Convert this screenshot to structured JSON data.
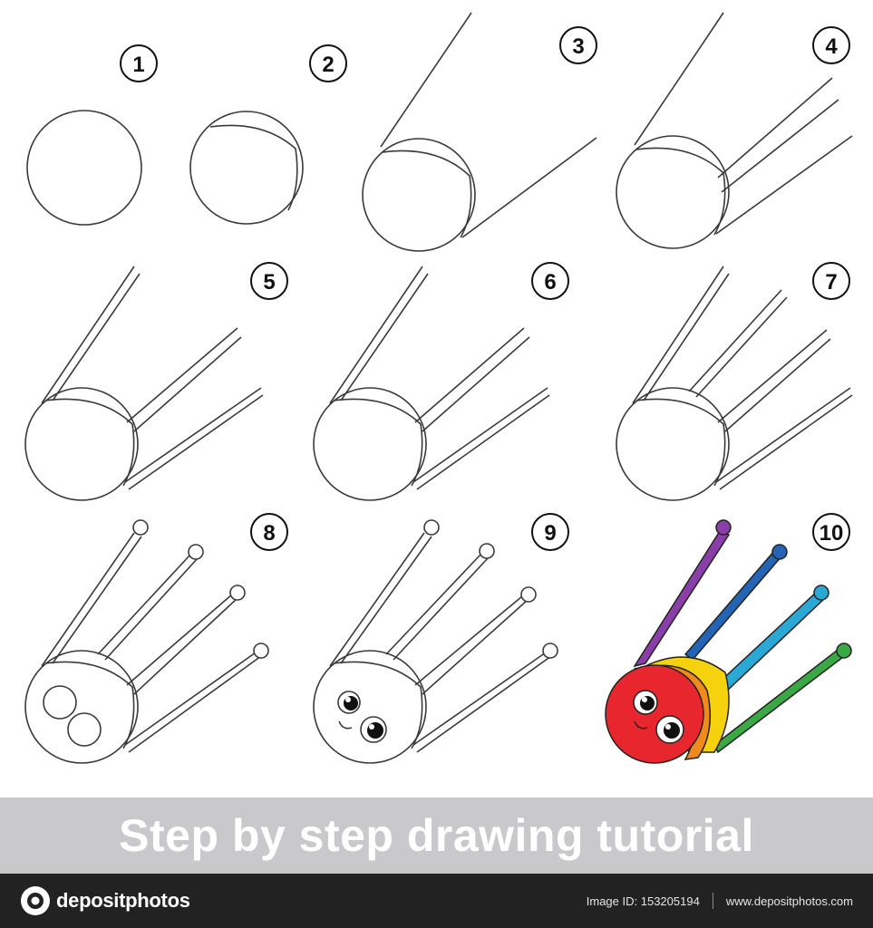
{
  "steps": [
    {
      "number": "1"
    },
    {
      "number": "2"
    },
    {
      "number": "3"
    },
    {
      "number": "4"
    },
    {
      "number": "5"
    },
    {
      "number": "6"
    },
    {
      "number": "7"
    },
    {
      "number": "8"
    },
    {
      "number": "9"
    },
    {
      "number": "10"
    }
  ],
  "banner": {
    "title": "Step by step drawing tutorial"
  },
  "footer": {
    "brand": "depositphotos",
    "image_id_label": "Image ID: 153205194",
    "site": "www.depositphotos.com"
  },
  "colors": {
    "line": "#3a3a3a",
    "banner_bg": "#c9c9cb",
    "footer_bg": "#222222",
    "body_red": "#e8262d",
    "body_yellow": "#f6d20e",
    "rim_orange": "#f08a1c",
    "antenna_purple": "#8a3fa8",
    "antenna_blue": "#2364b4",
    "antenna_cyan": "#2aa8d6",
    "antenna_green": "#39a845"
  }
}
